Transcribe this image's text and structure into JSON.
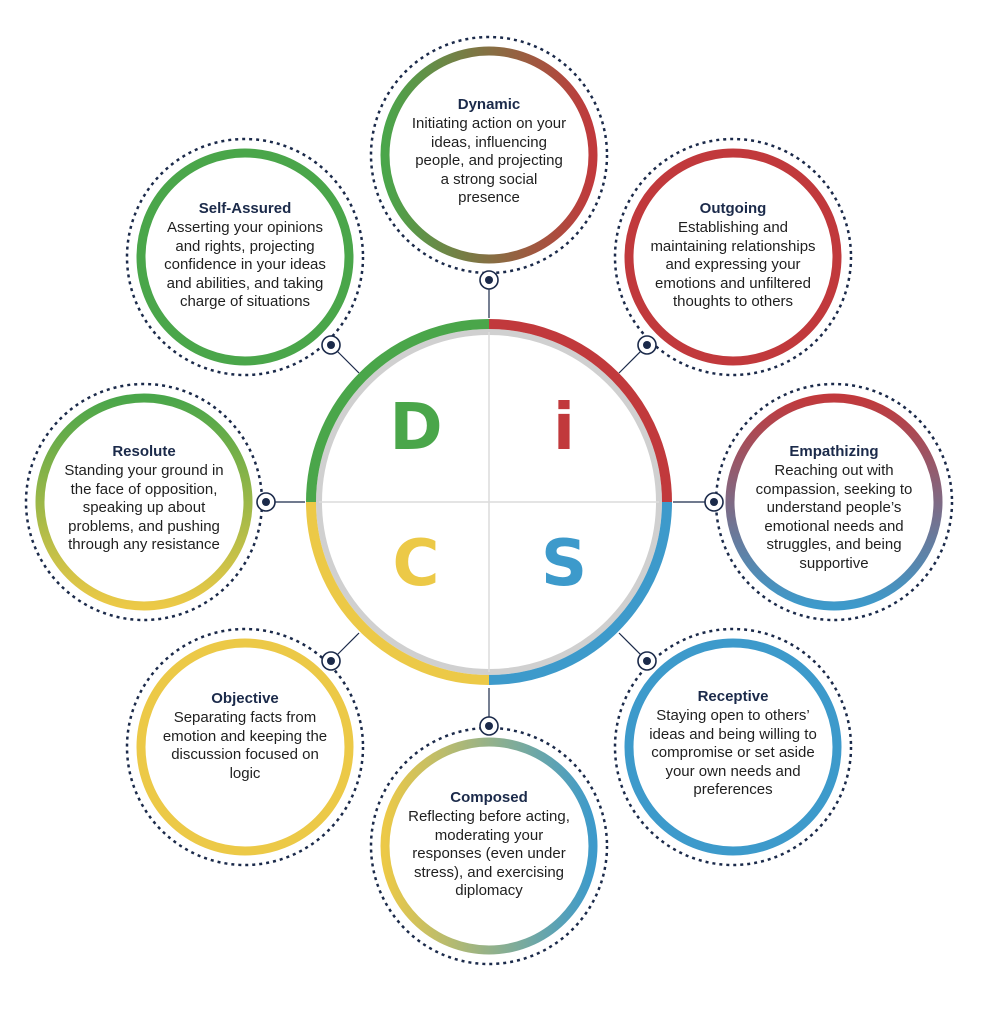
{
  "center": {
    "letters": [
      {
        "key": "d",
        "text": "D",
        "color": "#4aa64a"
      },
      {
        "key": "i",
        "text": "i",
        "color": "#c1393c"
      },
      {
        "key": "s",
        "text": "S",
        "color": "#3d9acb"
      },
      {
        "key": "c",
        "text": "C",
        "color": "#ecc947"
      }
    ]
  },
  "colors": {
    "green": "#4aa64a",
    "red": "#c1393c",
    "blue": "#3d9acb",
    "yellow": "#ecc947",
    "navy": "#1b2a4a",
    "gray": "#d0d0d0"
  },
  "nodes": [
    {
      "id": "dynamic",
      "title": "Dynamic",
      "description": "Initiating action on your ideas, influencing people, and projecting a strong social presence"
    },
    {
      "id": "outgoing",
      "title": "Outgoing",
      "description": "Establishing and maintaining relationships and expressing your emotions and unfiltered thoughts to others"
    },
    {
      "id": "empathizing",
      "title": "Empathizing",
      "description": "Reaching out with compassion, seeking to understand people’s emotional needs and struggles, and being supportive"
    },
    {
      "id": "receptive",
      "title": "Receptive",
      "description": "Staying open to others’ ideas and being willing to compromise or set aside your own needs and preferences"
    },
    {
      "id": "composed",
      "title": "Composed",
      "description": "Reflecting before acting, moderating your responses (even under stress), and exercising diplomacy"
    },
    {
      "id": "objective",
      "title": "Objective",
      "description": "Separating facts from emotion and keeping the discussion focused on logic"
    },
    {
      "id": "resolute",
      "title": "Resolute",
      "description": "Standing your ground in the face of opposition, speaking up about problems, and pushing through any resistance"
    },
    {
      "id": "self_assured",
      "title": "Self-Assured",
      "description": "Asserting your opinions and rights, projecting confidence in your ideas and abilities, and taking charge of situations"
    }
  ]
}
